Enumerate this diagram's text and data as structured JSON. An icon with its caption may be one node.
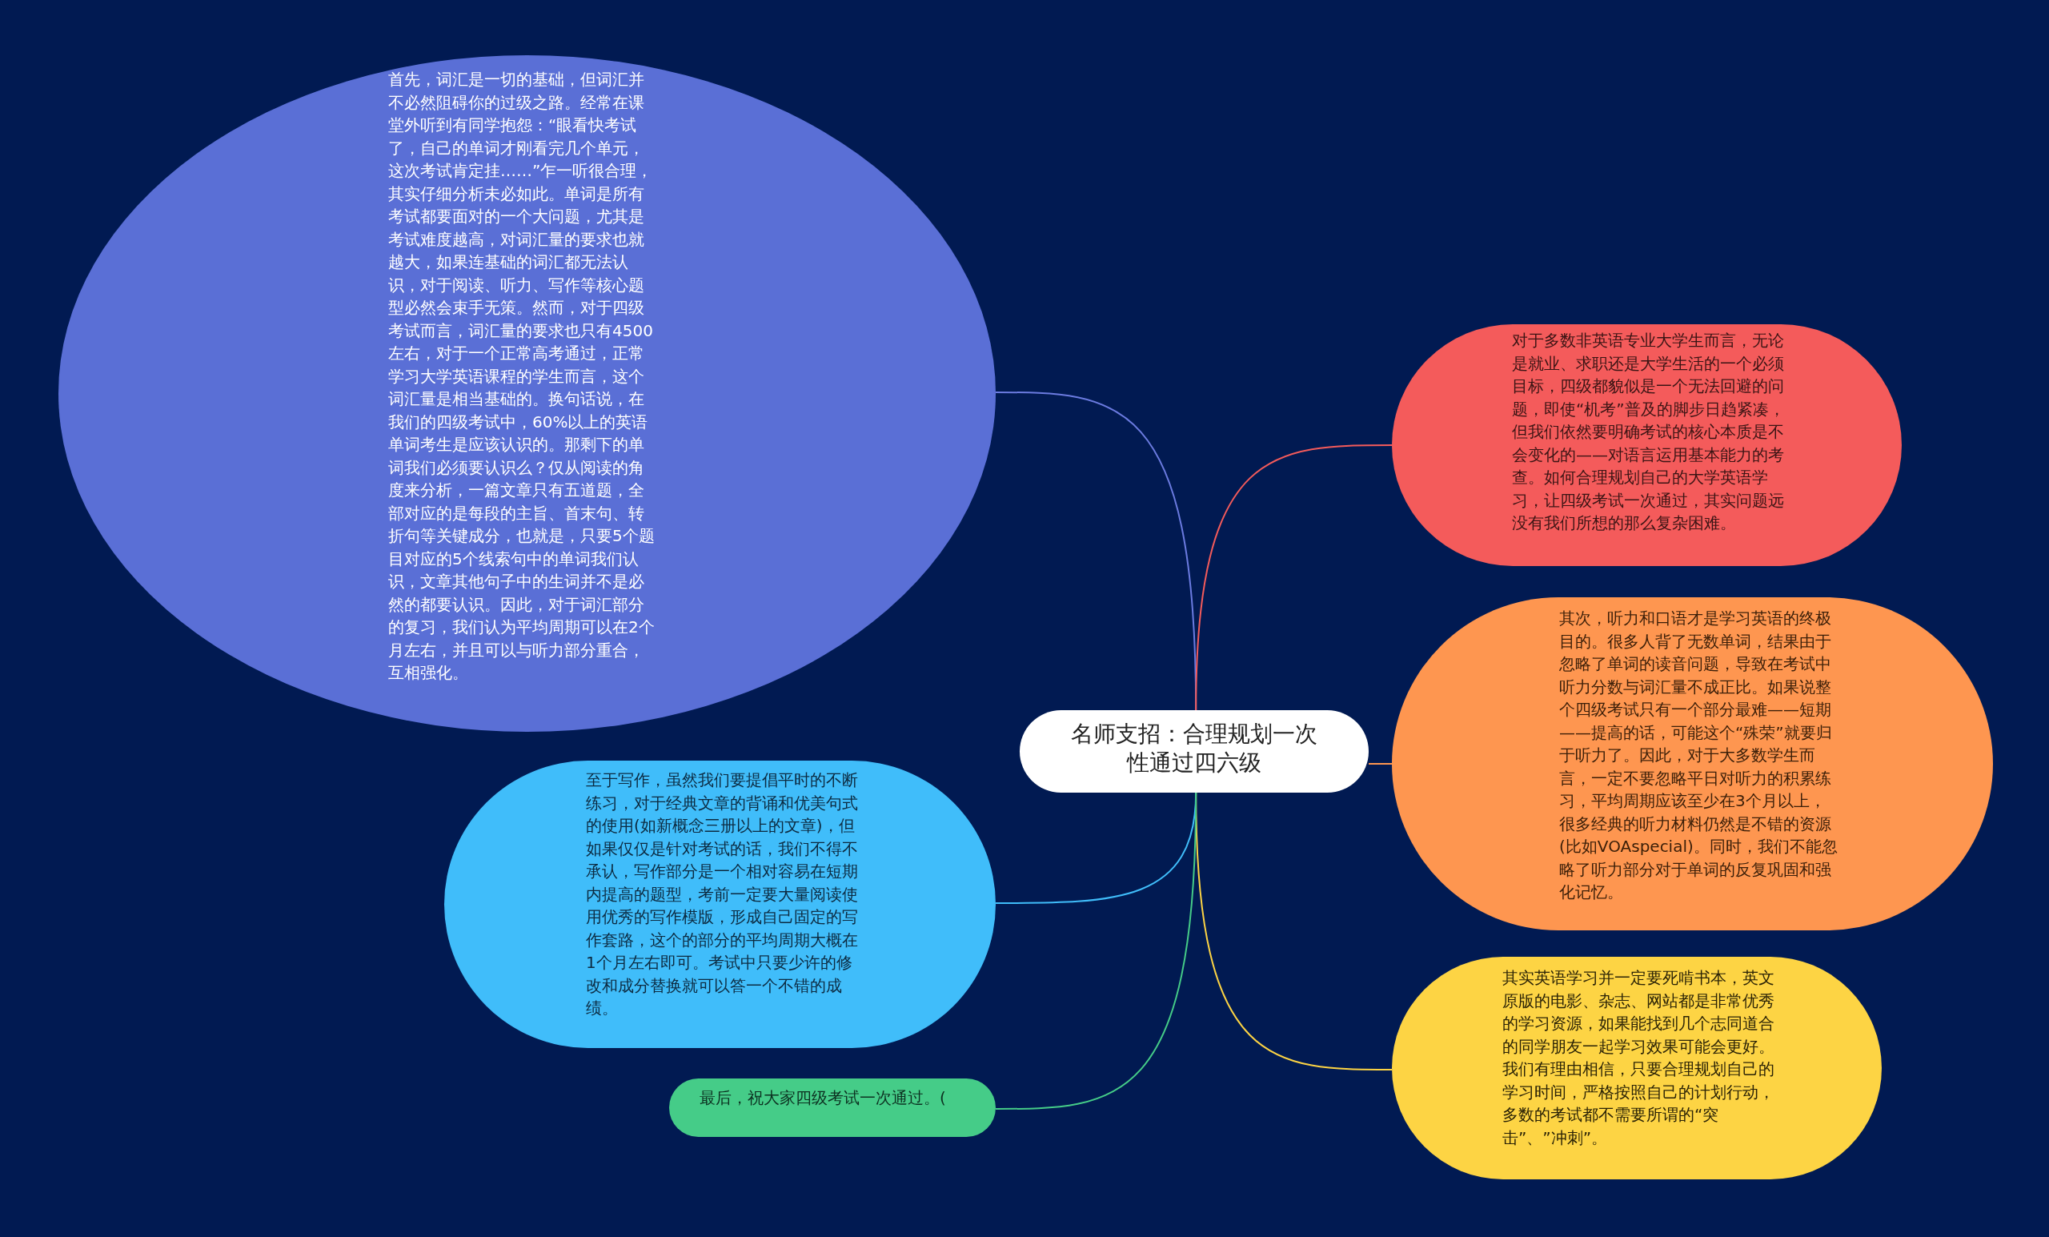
{
  "diagram": {
    "nodes": [
      {
        "text": [
          "名师支招：合理规划一次性通过四六级"
        ]
      },
      {
        "text": [
          "首先，词汇是一切的基础，但词汇并不必然阻碍你的过级之路。经常在课堂外听到有同学抱怨：“眼看快考试了，自己的单词才刚看完几个单元，这次考试肯定挂……”乍一听很合理，其实仔细分析未必如此。单词是所有考试都要面对的一个大问题，尤其是考试难度越高，对词汇量的要求也就越大，如果连基础的词汇都无法认识，对于阅读、听力、写作等核心题型必然会束手无策。然而，对于四级考试而言，词汇量的要求也只有4500左右，对于一个正常高考通过，正常学习大学英语课程的学生而言，这个词汇量是相当基础的。换句话说，在我们的四级考试中，60%以上的英语单词考生是应该认识的。那剩下的单词我们必须要认识么？仅从阅读的角度来分析，一篇文章只有五道题，全部对应的是每段的主旨、首末句、转折句等关键成分，也就是，只要5个题目对应的5个线索句中的单词我们认识，文章其他句子中的生词并不是必然的都要认识。因此，对于词汇部分的复习，我们认为平均周期可以在2个月左右，并且可以与听力部分重合，互相强化。"
        ]
      },
      {
        "text": [
          "对于多数非英语专业大学生而言，无论是就业、求职还是大学生活的一个必须目标，四级都貌似是一个无法回避的问题，即使“机考”普及的脚步日趋紧凑，但我们依然要明确考试的核心本质是不会变化的——对语言运用基本能力的考查。如何合理规划自己的大学英语学习，让四级考试一次通过，其实问题远没有我们所想的那么复杂困难。"
        ]
      },
      {
        "text": [
          "其次，听力和口语才是学习英语的终极目的。很多人背了无数单词，结果由于忽略了单词的读音问题，导致在考试中听力分数与词汇量不成正比。如果说整个四级考试只有一个部分最难——短期——提高的话，可能这个“殊荣”就要归于听力了。因此，对于大多数学生而言，一定不要忽略平日对听力的积累练习，平均周期应该至少在3个月以上，很多经典的听力材料仍然是不错的资源(比如VOAspecial)。同时，我们不能忽略了听力部分对于单词的反复巩固和强化记忆。"
        ]
      },
      {
        "text": [
          "其实英语学习并一定要死啃书本，英文原版的电影、杂志、网站都是非常优秀的学习资源，如果能找到几个志同道合的同学朋友一起学习效果可能会更好。我们有理由相信，只要合理规划自己的学习时间，严格按照自己的计划行动，多数的考试都不需要所谓的“突击”、”冲刺”。"
        ]
      },
      {
        "text": [
          "至于写作，虽然我们要提倡平时的不断练习，对于经典文章的背诵和优美句式的使用(如新概念三册以上的文章)，但如果仅仅是针对考试的话，我们不得不承认，写作部分是一个相对容易在短期内提高的题型，考前一定要大量阅读使用优秀的写作模版，形成自己固定的写作套路，这个的部分的平均周期大概在1个月左右即可。考试中只要少许的修改和成分替换就可以答一个不错的成绩。"
        ]
      },
      {
        "text": [
          "最后，祝大家四级考试一次通过。("
        ]
      }
    ],
    "edges": [
      {
        "from": 0,
        "to": 1,
        "arrow": "none",
        "color": "#6b7be0"
      },
      {
        "from": 0,
        "to": 2,
        "arrow": "none",
        "color": "#f45b5b"
      },
      {
        "from": 0,
        "to": 3,
        "arrow": "none",
        "color": "#fe9650"
      },
      {
        "from": 0,
        "to": 4,
        "arrow": "none",
        "color": "#fdd444"
      },
      {
        "from": 0,
        "to": 5,
        "arrow": "none",
        "color": "#40bdfa"
      },
      {
        "from": 0,
        "to": 6,
        "arrow": "none",
        "color": "#45cc88"
      }
    ]
  }
}
